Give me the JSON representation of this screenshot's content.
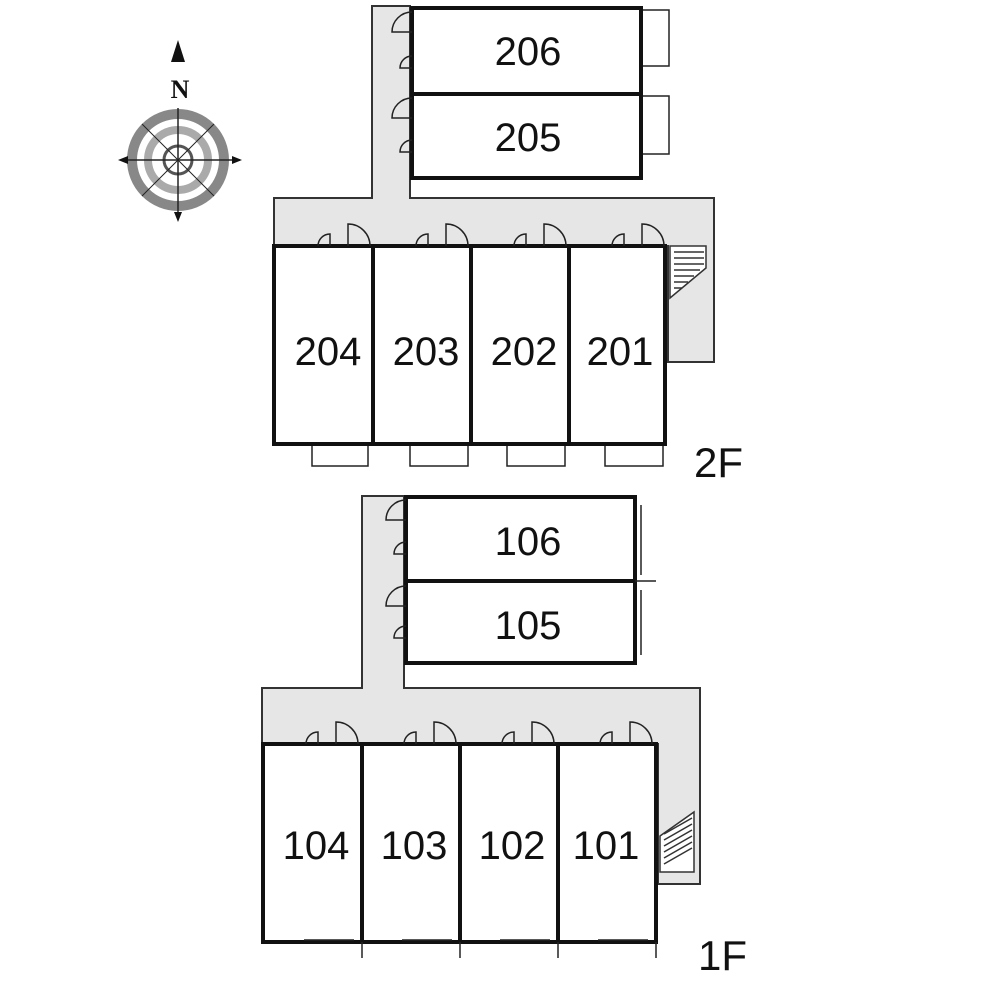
{
  "compass": {
    "north_label": "N",
    "icon": "compass-rose-icon"
  },
  "floors": {
    "f2": {
      "label": "2F",
      "rooms": [
        "206",
        "205",
        "204",
        "203",
        "202",
        "201"
      ]
    },
    "f1": {
      "label": "1F",
      "rooms": [
        "106",
        "105",
        "104",
        "103",
        "102",
        "101"
      ]
    }
  }
}
